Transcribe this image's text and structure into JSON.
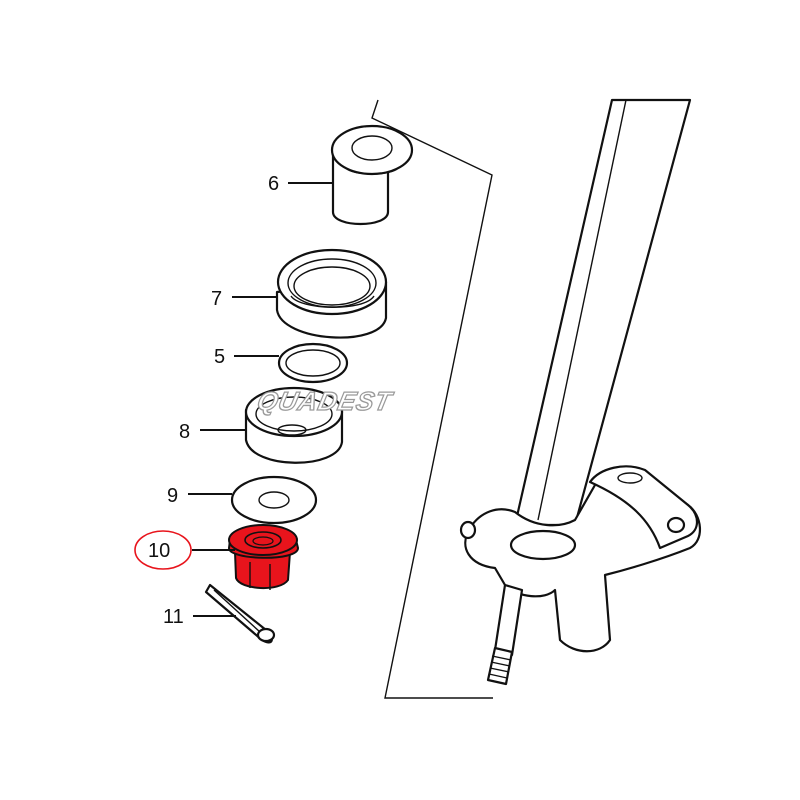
{
  "diagram": {
    "watermark": "QUADEST",
    "highlight_color": "#e8141c",
    "highlighted_part": "10",
    "callouts": [
      {
        "id": "6",
        "label": "6"
      },
      {
        "id": "7",
        "label": "7"
      },
      {
        "id": "5",
        "label": "5"
      },
      {
        "id": "8",
        "label": "8"
      },
      {
        "id": "9",
        "label": "9"
      },
      {
        "id": "10",
        "label": "10"
      },
      {
        "id": "11",
        "label": "11"
      }
    ]
  }
}
